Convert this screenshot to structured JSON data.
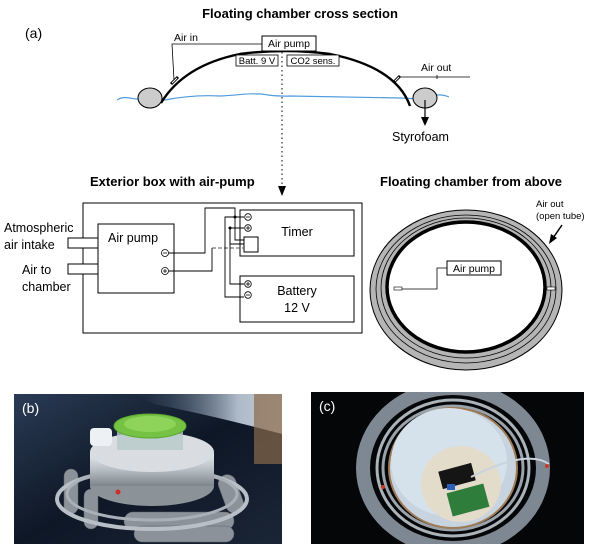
{
  "panel_a": {
    "label": "(a)",
    "cross_section": {
      "title": "Floating chamber cross section",
      "air_in": "Air in",
      "air_pump": "Air pump",
      "batt": "Batt. 9 V",
      "co2": "CO2 sens.",
      "air_out": "Air out",
      "styrofoam": "Styrofoam",
      "water_color": "#4f9bdf",
      "float_color": "#cccccc"
    },
    "exterior_box": {
      "title": "Exterior box with air-pump",
      "atmospheric_line1": "Atmospheric",
      "atmospheric_line2": "air intake",
      "air_to_line1": "Air to",
      "air_to_line2": "chamber",
      "air_pump": "Air pump",
      "timer": "Timer",
      "battery_line1": "Battery",
      "battery_line2": "12 V",
      "minus": "−",
      "plus": "+"
    },
    "from_above": {
      "title": "Floating chamber from above",
      "air_out_line1": "Air out",
      "air_out_line2": "(open tube)",
      "air_pump": "Air pump",
      "ring_color": "#b5b5b5"
    }
  },
  "panel_b": {
    "label": "(b)"
  },
  "panel_c": {
    "label": "(c)"
  }
}
